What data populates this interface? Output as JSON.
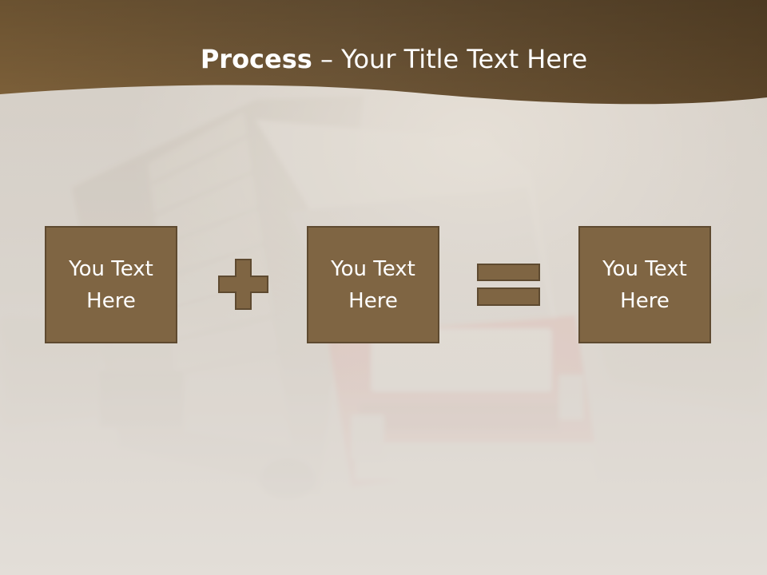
{
  "slide": {
    "title_bold": "Process",
    "title_rest": " – Your Title Text Here",
    "boxes": [
      {
        "label": "You Text Here"
      },
      {
        "label": "You Text Here"
      },
      {
        "label": "You Text Here"
      }
    ],
    "operators": {
      "first": "plus-icon",
      "second": "equals-icon"
    },
    "colors": {
      "title_band": "#6e5637",
      "box_fill": "#7f6543",
      "box_border": "#5e4a30",
      "title_text": "#ffffff"
    }
  }
}
